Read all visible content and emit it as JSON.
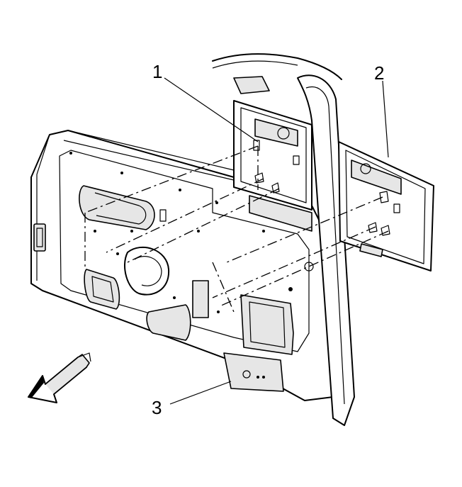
{
  "callouts": [
    {
      "id": "callout-1",
      "label": "1"
    },
    {
      "id": "callout-2",
      "label": "2"
    },
    {
      "id": "callout-3",
      "label": "3"
    }
  ],
  "icons": {
    "direction_arrow": "front-direction-arrow-icon"
  }
}
